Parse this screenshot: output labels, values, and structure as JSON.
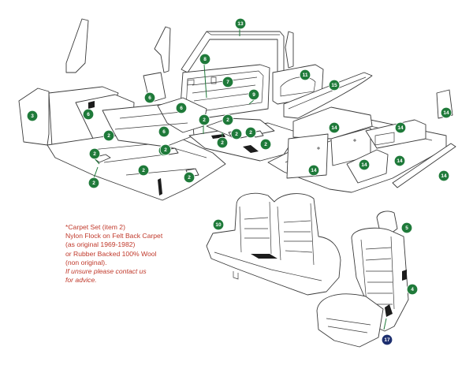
{
  "colors": {
    "badge": "#1f7a3a",
    "badge_special": "#1d2f6f",
    "note_text": "#c0392b",
    "outline": "#3a3a3a"
  },
  "note": {
    "lines": [
      "*Carpet Set (item 2)",
      "Nylon Flock on Felt Back Carpet",
      "(as original 1969-1982)",
      "or Rubber Backed 100% Wool",
      "(non original)."
    ],
    "italic_lines": [
      "If unsure please contact us",
      "for advice."
    ]
  },
  "callouts": [
    {
      "label": "13",
      "type": "standard"
    },
    {
      "label": "8",
      "type": "standard"
    },
    {
      "label": "7",
      "type": "standard"
    },
    {
      "label": "9",
      "type": "standard"
    },
    {
      "label": "11",
      "type": "standard"
    },
    {
      "label": "15",
      "type": "standard"
    },
    {
      "label": "3",
      "type": "standard"
    },
    {
      "label": "6",
      "type": "standard"
    },
    {
      "label": "6",
      "type": "standard"
    },
    {
      "label": "6",
      "type": "standard"
    },
    {
      "label": "6",
      "type": "standard"
    },
    {
      "label": "2",
      "type": "standard"
    },
    {
      "label": "2",
      "type": "standard"
    },
    {
      "label": "2",
      "type": "standard"
    },
    {
      "label": "2",
      "type": "standard"
    },
    {
      "label": "2",
      "type": "standard"
    },
    {
      "label": "2",
      "type": "standard"
    },
    {
      "label": "2",
      "type": "standard"
    },
    {
      "label": "2",
      "type": "standard"
    },
    {
      "label": "2",
      "type": "standard"
    },
    {
      "label": "2",
      "type": "standard"
    },
    {
      "label": "2",
      "type": "standard"
    },
    {
      "label": "2",
      "type": "standard"
    },
    {
      "label": "2",
      "type": "standard"
    },
    {
      "label": "14",
      "type": "standard"
    },
    {
      "label": "14",
      "type": "standard"
    },
    {
      "label": "14",
      "type": "standard"
    },
    {
      "label": "14",
      "type": "standard"
    },
    {
      "label": "14",
      "type": "standard"
    },
    {
      "label": "14",
      "type": "standard"
    },
    {
      "label": "14",
      "type": "standard"
    },
    {
      "label": "10",
      "type": "standard"
    },
    {
      "label": "5",
      "type": "standard"
    },
    {
      "label": "4",
      "type": "standard"
    },
    {
      "label": "17",
      "type": "special"
    }
  ]
}
